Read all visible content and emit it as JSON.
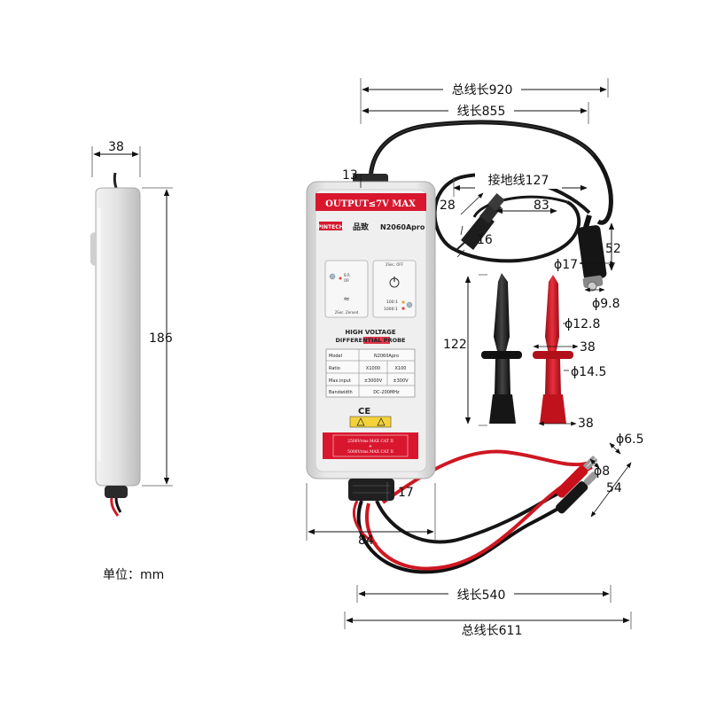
{
  "dimensions": {
    "total_cable_top": "总线长920",
    "cable_top": "线长855",
    "ground_lead": "接地线127",
    "side_width": "38",
    "side_height": "186",
    "output_offset": "13",
    "clip_28": "28",
    "clip_83": "83",
    "clip_16": "16",
    "bnc_52": "52",
    "bnc_dia17": "ϕ17",
    "bnc_dia98": "ϕ9.8",
    "hook_122": "122",
    "hook_dia128": "ϕ12.8",
    "hook_38a": "38",
    "hook_dia145": "ϕ14.5",
    "hook_38b": "38",
    "plug_dia65": "ϕ6.5",
    "plug_dia8": "ϕ8",
    "plug_54": "54",
    "strain_17": "17",
    "body_width": "84",
    "cable_bottom": "线长540",
    "total_cable_bottom": "总线长611",
    "unit": "单位：mm"
  },
  "probe": {
    "output_label": "OUTPUT≤7V MAX",
    "brand": "PINTECH",
    "brand_cn": "品致",
    "model": "N2060Apro",
    "left_panel_top_a": "B.R.",
    "left_panel_top_b": "OR",
    "left_panel_bottom": "2Sec. Zeroed",
    "right_panel_top": "2Sec. OFF",
    "range_a": "100:1",
    "range_b": "1000:1",
    "title_line1": "HIGH VOLTAGE",
    "title_line2": "DIFFERENTIAL PROBE",
    "spec_table": [
      [
        "Model",
        "N2060Apro",
        ""
      ],
      [
        "Ratio",
        "X1000",
        "X100"
      ],
      [
        "Max.input",
        "±3000V",
        "±300V"
      ],
      [
        "Bandwidth",
        "DC-200MHz",
        ""
      ]
    ],
    "ce": "CE",
    "warning_line1": "2500Vrms MAX CAT II",
    "warning_line2": "5000Vrms MAX CAT II"
  },
  "colors": {
    "accent_red": "#d8172e",
    "body_gray": "#dcdcdc",
    "cable_black": "#1a1a1a",
    "lead_red": "#d11a26"
  }
}
